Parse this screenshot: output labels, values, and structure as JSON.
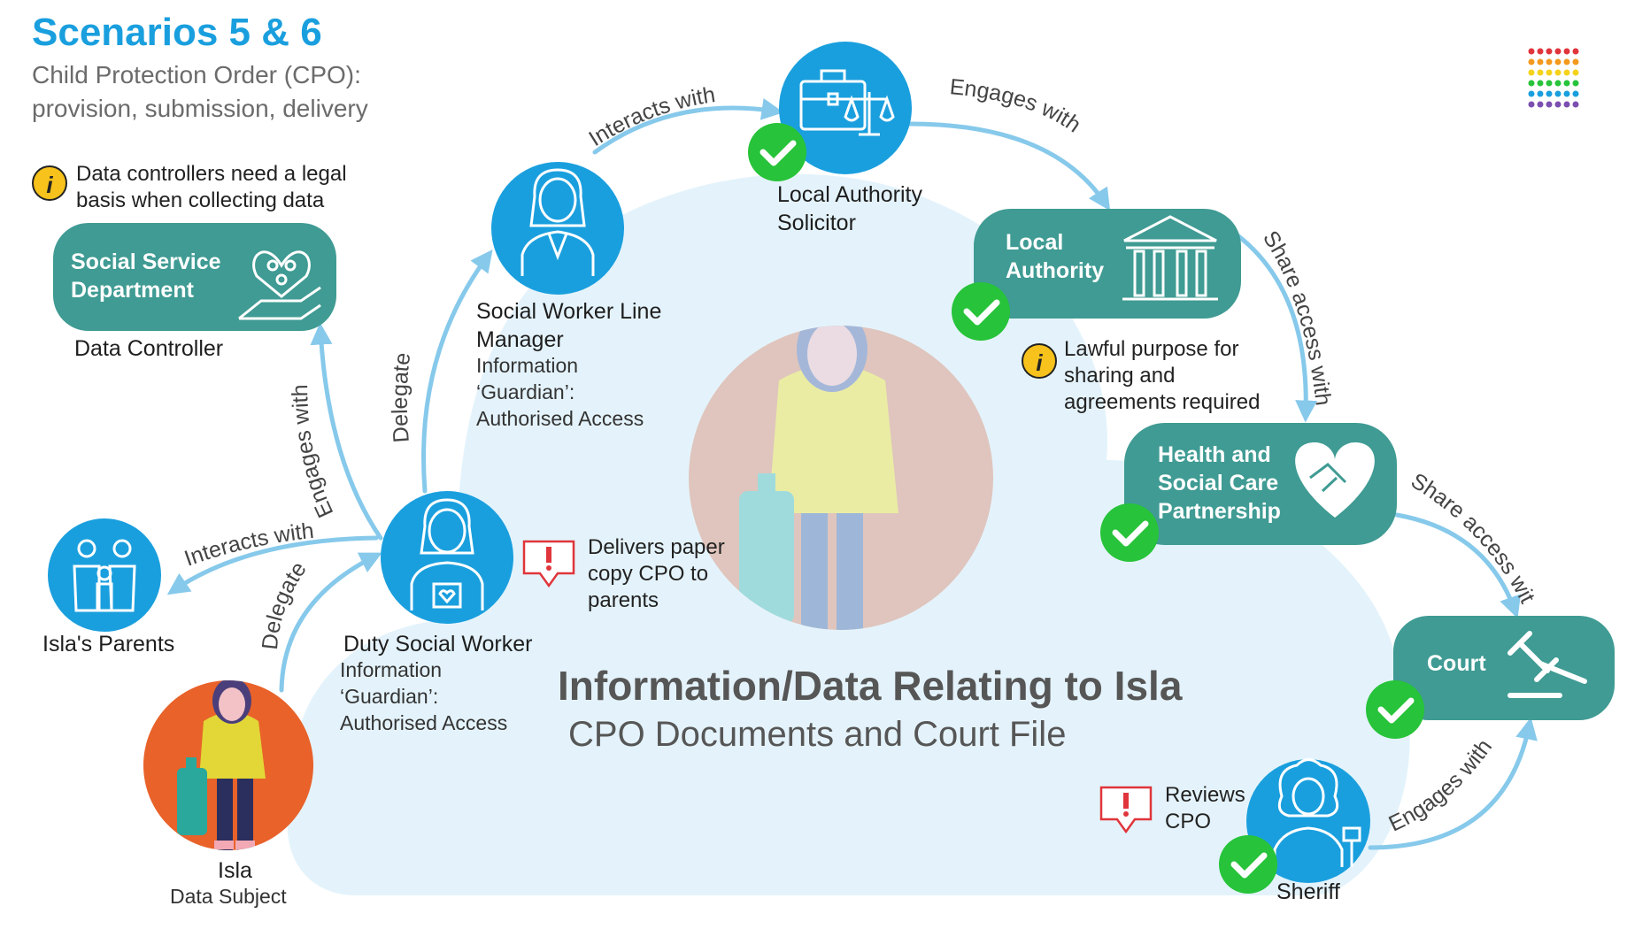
{
  "title": "Scenarios 5 & 6",
  "subtitle_line1": "Child Protection Order (CPO):",
  "subtitle_line2": "provision, submission, delivery",
  "cloud": {
    "line1": "Information/Data Relating to Isla",
    "line2": "CPO Documents and Court File"
  },
  "notes": {
    "legal_basis_line1": "Data controllers need a legal",
    "legal_basis_line2": "basis when collecting data",
    "lawful_line1": "Lawful purpose for",
    "lawful_line2": "sharing and",
    "lawful_line3": "agreements required",
    "delivers_line1": "Delivers paper",
    "delivers_line2": "copy CPO to",
    "delivers_line3": "parents",
    "reviews_line1": "Reviews",
    "reviews_line2": "CPO"
  },
  "nodes": {
    "social_service_line1": "Social Service",
    "social_service_line2": "Department",
    "data_controller": "Data Controller",
    "parents": "Isla's Parents",
    "isla": "Isla",
    "data_subject": "Data Subject",
    "duty_sw": "Duty Social Worker",
    "duty_sw_info1": "Information",
    "duty_sw_info2": "‘Guardian’:",
    "duty_sw_info3": "Authorised Access",
    "line_manager1": "Social Worker Line",
    "line_manager2": "Manager",
    "line_manager_info1": "Information",
    "line_manager_info2": "‘Guardian’:",
    "line_manager_info3": "Authorised Access",
    "solicitor1": "Local Authority",
    "solicitor2": "Solicitor",
    "local_authority1": "Local",
    "local_authority2": "Authority",
    "health1": "Health and",
    "health2": "Social Care",
    "health3": "Partnership",
    "court": "Court",
    "sheriff": "Sheriff"
  },
  "edges": {
    "interacts_with_1": "Interacts with",
    "engages_with_1": "Engages with",
    "delegate_1": "Delegate",
    "interacts_with_2": "Interacts with",
    "engages_with_2": "Engages with",
    "share_access_1": "Share access with",
    "share_access_2": "Share access with",
    "engages_with_3": "Engages with",
    "delegate_2": "Delegate"
  },
  "colors": {
    "blue": "#1a9fde",
    "teal": "#3f9b93",
    "cloud": "#e4f3fb",
    "arrow": "#86c9eb",
    "check": "#27c33a",
    "orange": "#e8622a",
    "info_yellow": "#f6c21b",
    "alert_red": "#e0353b"
  }
}
